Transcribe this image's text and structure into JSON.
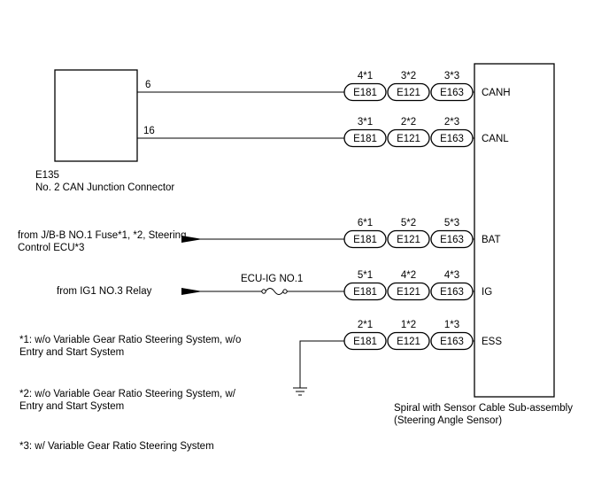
{
  "junction": {
    "id": "E135",
    "name": "No. 2 CAN Junction Connector",
    "pins": [
      "6",
      "16"
    ]
  },
  "sub_assembly": {
    "name_line1": "Spiral with Sensor Cable Sub-assembly",
    "name_line2": "(Steering Angle Sensor)"
  },
  "connectors": [
    "E181",
    "E121",
    "E163"
  ],
  "circuits": [
    {
      "signal": "CANH",
      "pins": [
        "4*1",
        "3*2",
        "3*3"
      ]
    },
    {
      "signal": "CANL",
      "pins": [
        "3*1",
        "2*2",
        "2*3"
      ]
    },
    {
      "signal": "BAT",
      "pins": [
        "6*1",
        "5*2",
        "5*3"
      ]
    },
    {
      "signal": "IG",
      "pins": [
        "5*1",
        "4*2",
        "4*3"
      ]
    },
    {
      "signal": "ESS",
      "pins": [
        "2*1",
        "1*2",
        "1*3"
      ]
    }
  ],
  "sources": {
    "bat_line1": "from J/B-B NO.1 Fuse*1, *2, Steering",
    "bat_line2": "Control ECU*3",
    "ig": "from IG1 NO.3 Relay",
    "fuse": "ECU-IG NO.1"
  },
  "notes": [
    {
      "line1": "*1: w/o Variable Gear Ratio Steering System, w/o",
      "line2": "Entry and Start System"
    },
    {
      "line1": "*2: w/o Variable Gear Ratio Steering System, w/",
      "line2": "Entry and Start System"
    },
    {
      "line1": "*3: w/ Variable Gear Ratio Steering System",
      "line2": ""
    }
  ]
}
